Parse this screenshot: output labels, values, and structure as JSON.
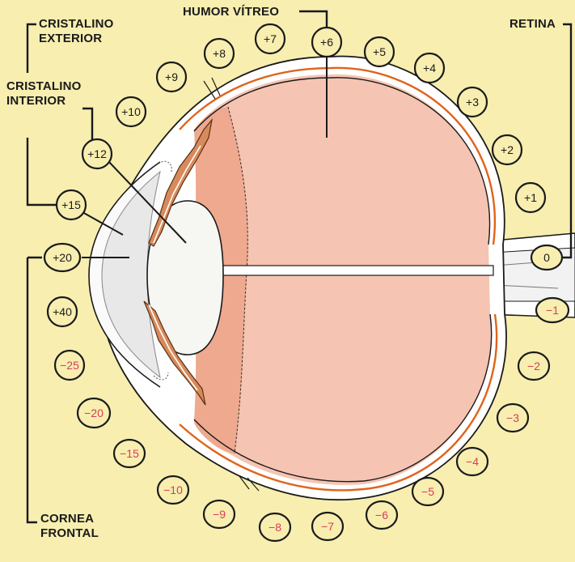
{
  "labels": {
    "cristalino_exterior_1": "CRISTALINO",
    "cristalino_exterior_2": "EXTERIOR",
    "cristalino_interior_1": "CRISTALINO",
    "cristalino_interior_2": "INTERIOR",
    "humor_vitreo": "HUMOR VÍTREO",
    "retina": "RETINA",
    "cornea_frontal_1": "CORNEA",
    "cornea_frontal_2": "FRONTAL"
  },
  "colors": {
    "background": "#f7eeb0",
    "eye_interior": "#f5c4b2",
    "eye_interior_dark": "#eea98f",
    "lens": "#f6f6f2",
    "sclera": "#ffffff",
    "retina_line": "#e0641a",
    "positive_text": "#1a1a1a",
    "negative_text": "#d83c55",
    "outline": "#1a1a1a"
  },
  "markers": [
    {
      "text": "+7",
      "sign": "pos"
    },
    {
      "text": "+6",
      "sign": "pos"
    },
    {
      "text": "+5",
      "sign": "pos"
    },
    {
      "text": "+8",
      "sign": "pos"
    },
    {
      "text": "+4",
      "sign": "pos"
    },
    {
      "text": "+9",
      "sign": "pos"
    },
    {
      "text": "+3",
      "sign": "pos"
    },
    {
      "text": "+10",
      "sign": "pos"
    },
    {
      "text": "+2",
      "sign": "pos"
    },
    {
      "text": "+12",
      "sign": "pos"
    },
    {
      "text": "+1",
      "sign": "pos"
    },
    {
      "text": "+15",
      "sign": "pos"
    },
    {
      "text": "+20",
      "sign": "pos"
    },
    {
      "text": "0",
      "sign": "pos"
    },
    {
      "text": "+40",
      "sign": "pos"
    },
    {
      "text": "−1",
      "sign": "neg"
    },
    {
      "text": "−25",
      "sign": "neg"
    },
    {
      "text": "−2",
      "sign": "neg"
    },
    {
      "text": "−20",
      "sign": "neg"
    },
    {
      "text": "−3",
      "sign": "neg"
    },
    {
      "text": "−15",
      "sign": "neg"
    },
    {
      "text": "−4",
      "sign": "neg"
    },
    {
      "text": "−10",
      "sign": "neg"
    },
    {
      "text": "−5",
      "sign": "neg"
    },
    {
      "text": "−9",
      "sign": "neg"
    },
    {
      "text": "−6",
      "sign": "neg"
    },
    {
      "text": "−8",
      "sign": "neg"
    },
    {
      "text": "−7",
      "sign": "neg"
    }
  ]
}
